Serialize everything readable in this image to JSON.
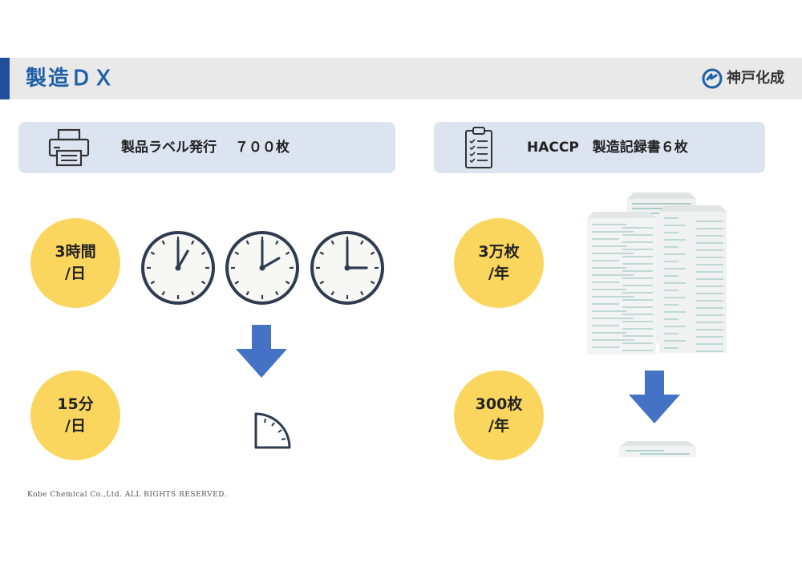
{
  "header": {
    "title": "製造ＤＸ",
    "logo_text": "神戸化成"
  },
  "left_panel": {
    "icon": "printer-icon",
    "label": "製品ラベル発行　 ７００枚"
  },
  "right_panel": {
    "icon": "clipboard-checklist-icon",
    "label": "HACCP　製造記録書６枚"
  },
  "left_before": {
    "line1": "3時間",
    "line2": "/日"
  },
  "left_after": {
    "line1": "15分",
    "line2": "/日"
  },
  "right_before": {
    "line1": "3万枚",
    "line2": "/年"
  },
  "right_after": {
    "line1": "300枚",
    "line2": "/年"
  },
  "footer": {
    "copyright": "Kobe Chemical Co.,Ltd.  ALL  RIGHTS  RESERVED."
  },
  "colors": {
    "accent": "#1f4e9c",
    "title": "#1f5fa6",
    "panel": "#dde4f1",
    "circle": "#fbd65f",
    "arrow": "#4472c4",
    "clock_stroke": "#2f3b4f"
  }
}
